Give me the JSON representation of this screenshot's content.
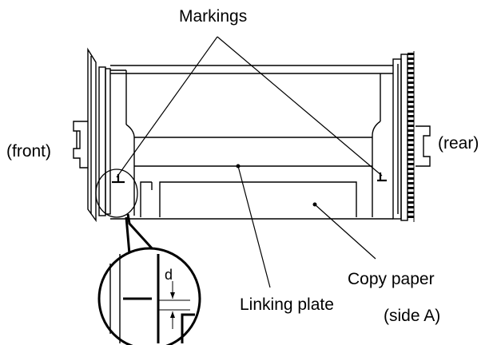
{
  "labels": {
    "markings": "Markings",
    "front": "(front)",
    "rear": "(rear)",
    "copy_paper": "Copy paper",
    "linking_plate": "Linking plate",
    "side_a": "(side A)",
    "detail_d": "d"
  }
}
